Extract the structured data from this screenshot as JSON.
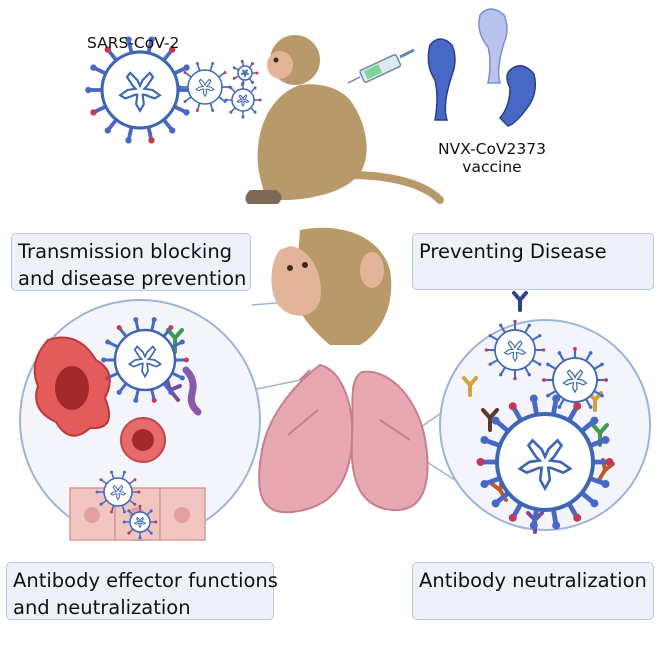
{
  "labels": {
    "virus": "SARS-CoV-2",
    "vaccine_line1": "NVX-CoV2373",
    "vaccine_line2": "vaccine"
  },
  "boxes": {
    "transmission": {
      "line1": "Transmission blocking",
      "line2": "and disease prevention"
    },
    "preventing": {
      "line1": "Preventing Disease"
    },
    "effector": {
      "line1": "Antibody effector functions",
      "line2": "and neutralization"
    },
    "neutralization": {
      "line1": "Antibody neutralization"
    }
  },
  "colors": {
    "monkey": "#b89a6a",
    "monkey_face": "#e2b49a",
    "virus": "#3f66b3",
    "spike": "#4868c6",
    "lung": "#e8a8b2",
    "box_fill": "#eef1f9",
    "box_border": "#b9c6e2",
    "circle_fill": "#f3f5fb",
    "circle_border": "#9fb3d8"
  }
}
